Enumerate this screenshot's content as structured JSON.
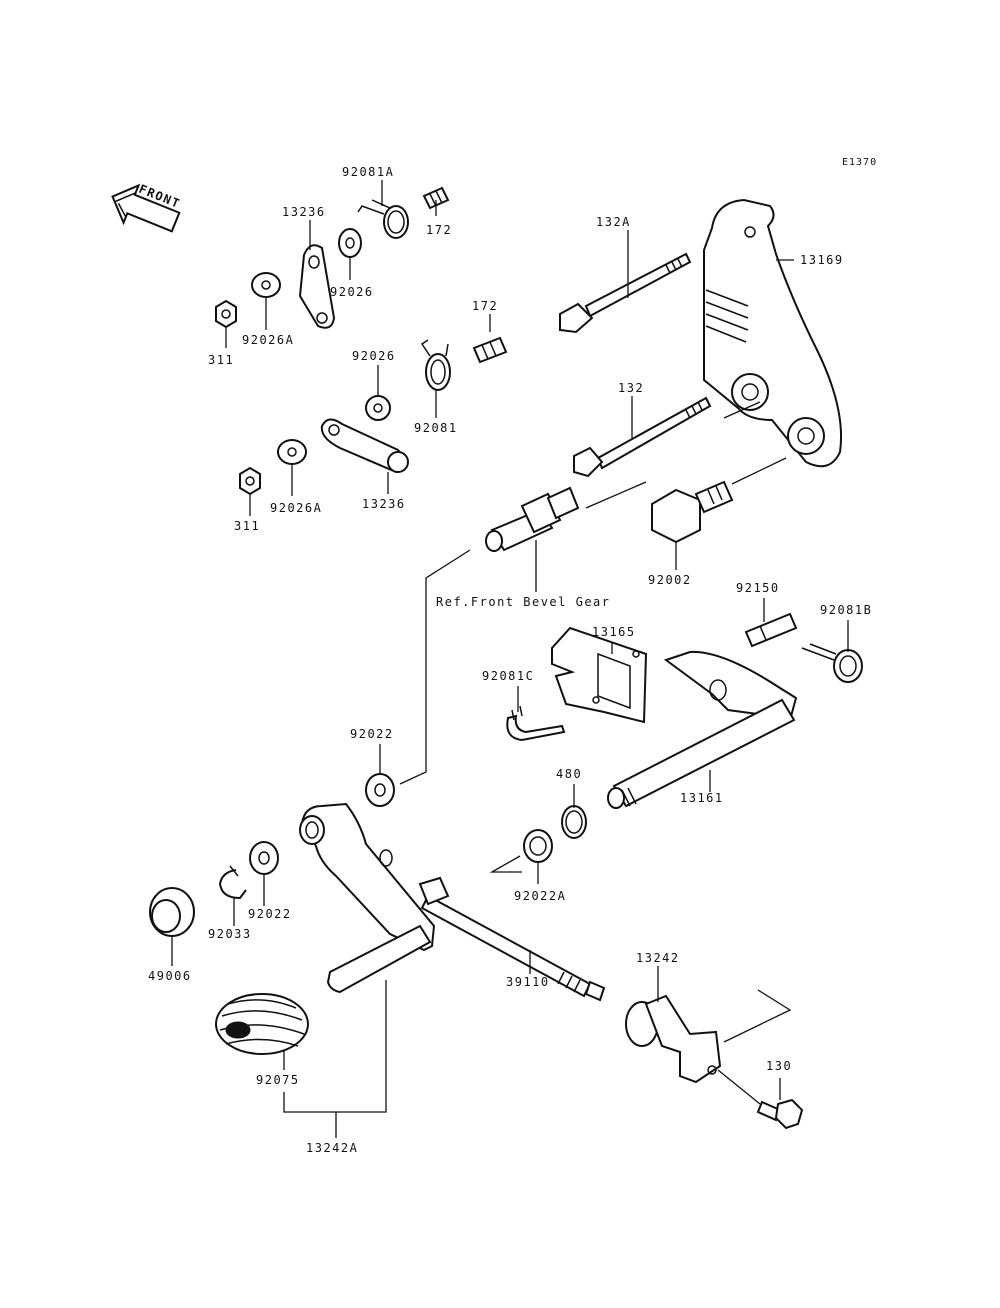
{
  "diagram_code": "E1370",
  "front_label": "FRONT",
  "reference_note": "Ref.Front Bevel Gear",
  "part_numbers": {
    "p92081A": "92081A",
    "p172_a": "172",
    "p13236_a": "13236",
    "p92026_a": "92026",
    "p92026A_a": "92026A",
    "p311_a": "311",
    "p132A": "132A",
    "p13169": "13169",
    "p172_b": "172",
    "p92026_b": "92026",
    "p92081": "92081",
    "p132": "132",
    "p311_b": "311",
    "p92026A_b": "92026A",
    "p13236_b": "13236",
    "p92002": "92002",
    "p92150": "92150",
    "p92081B": "92081B",
    "p13165": "13165",
    "p92081C": "92081C",
    "p92022_a": "92022",
    "p480": "480",
    "p13161": "13161",
    "p92022A": "92022A",
    "p92022_b": "92022",
    "p92033": "92033",
    "p49006": "49006",
    "p39110": "39110",
    "p13242": "13242",
    "p92075": "92075",
    "p130": "130",
    "p13242A": "13242A"
  }
}
